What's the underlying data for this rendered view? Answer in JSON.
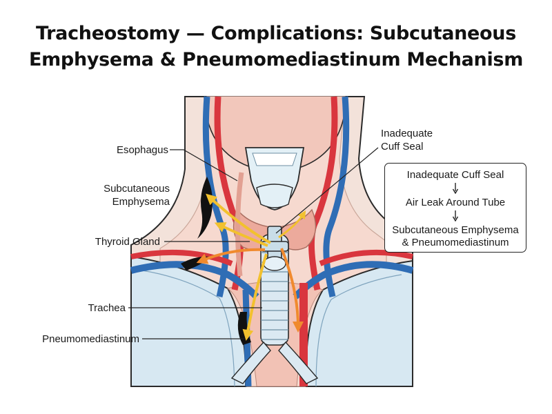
{
  "title": {
    "line1": "Tracheostomy — Complications: Subcutaneous",
    "line2": "Emphysema & Pneumomediastinum Mechanism"
  },
  "labels": {
    "esophagus": "Esophagus",
    "subcutaneous_line1": "Subcutaneous",
    "subcutaneous_line2": "Emphysema",
    "thyroid": "Thyroid Gland",
    "trachea": "Trachea",
    "pneumomediastinum": "Pneumomediastinum",
    "cuff_line1": "Inadequate",
    "cuff_line2": "Cuff Seal"
  },
  "flow": {
    "step1": "Inadequate Cuff Seal",
    "step2": "Air Leak Around Tube",
    "step3_line1": "Subcutaneous Emphysema",
    "step3_line2": "& Pneumomediastinum"
  },
  "colors": {
    "artery": "#d9363e",
    "vein": "#2f6db5",
    "air_flow": "#f2c12e",
    "air_flow_alt": "#f08a2e",
    "air_pocket": "#111111",
    "skin": "#f6d9cf",
    "lung": "#d7e8f2"
  }
}
